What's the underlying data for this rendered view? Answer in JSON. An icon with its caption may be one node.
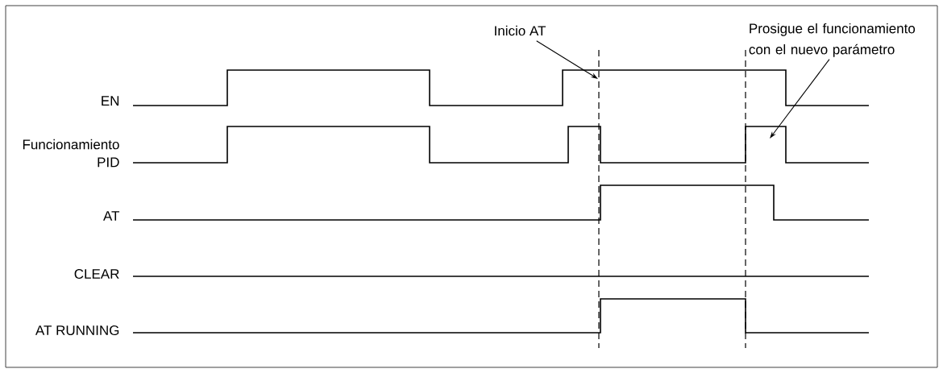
{
  "diagram": {
    "nodes": [
      {
        "text": [
          "Inicio AT"
        ]
      },
      {
        "text": [
          "Prosigue el funcionamiento con el nuevo parámetro"
        ]
      },
      {
        "text": [],
        "shape": "waveform"
      },
      {
        "text": [],
        "shape": "waveform"
      },
      {
        "text": [],
        "shape": "waveform"
      },
      {
        "text": [],
        "shape": "waveform"
      },
      {
        "text": [],
        "shape": "waveform"
      }
    ],
    "edges": [
      {
        "from": 0,
        "to": 2,
        "arrow": "to"
      },
      {
        "from": 1,
        "to": 3,
        "arrow": "to"
      }
    ],
    "labels": [
      "EN",
      "Funcionamiento PID",
      "AT",
      "CLEAR",
      "AT RUNNING"
    ]
  }
}
